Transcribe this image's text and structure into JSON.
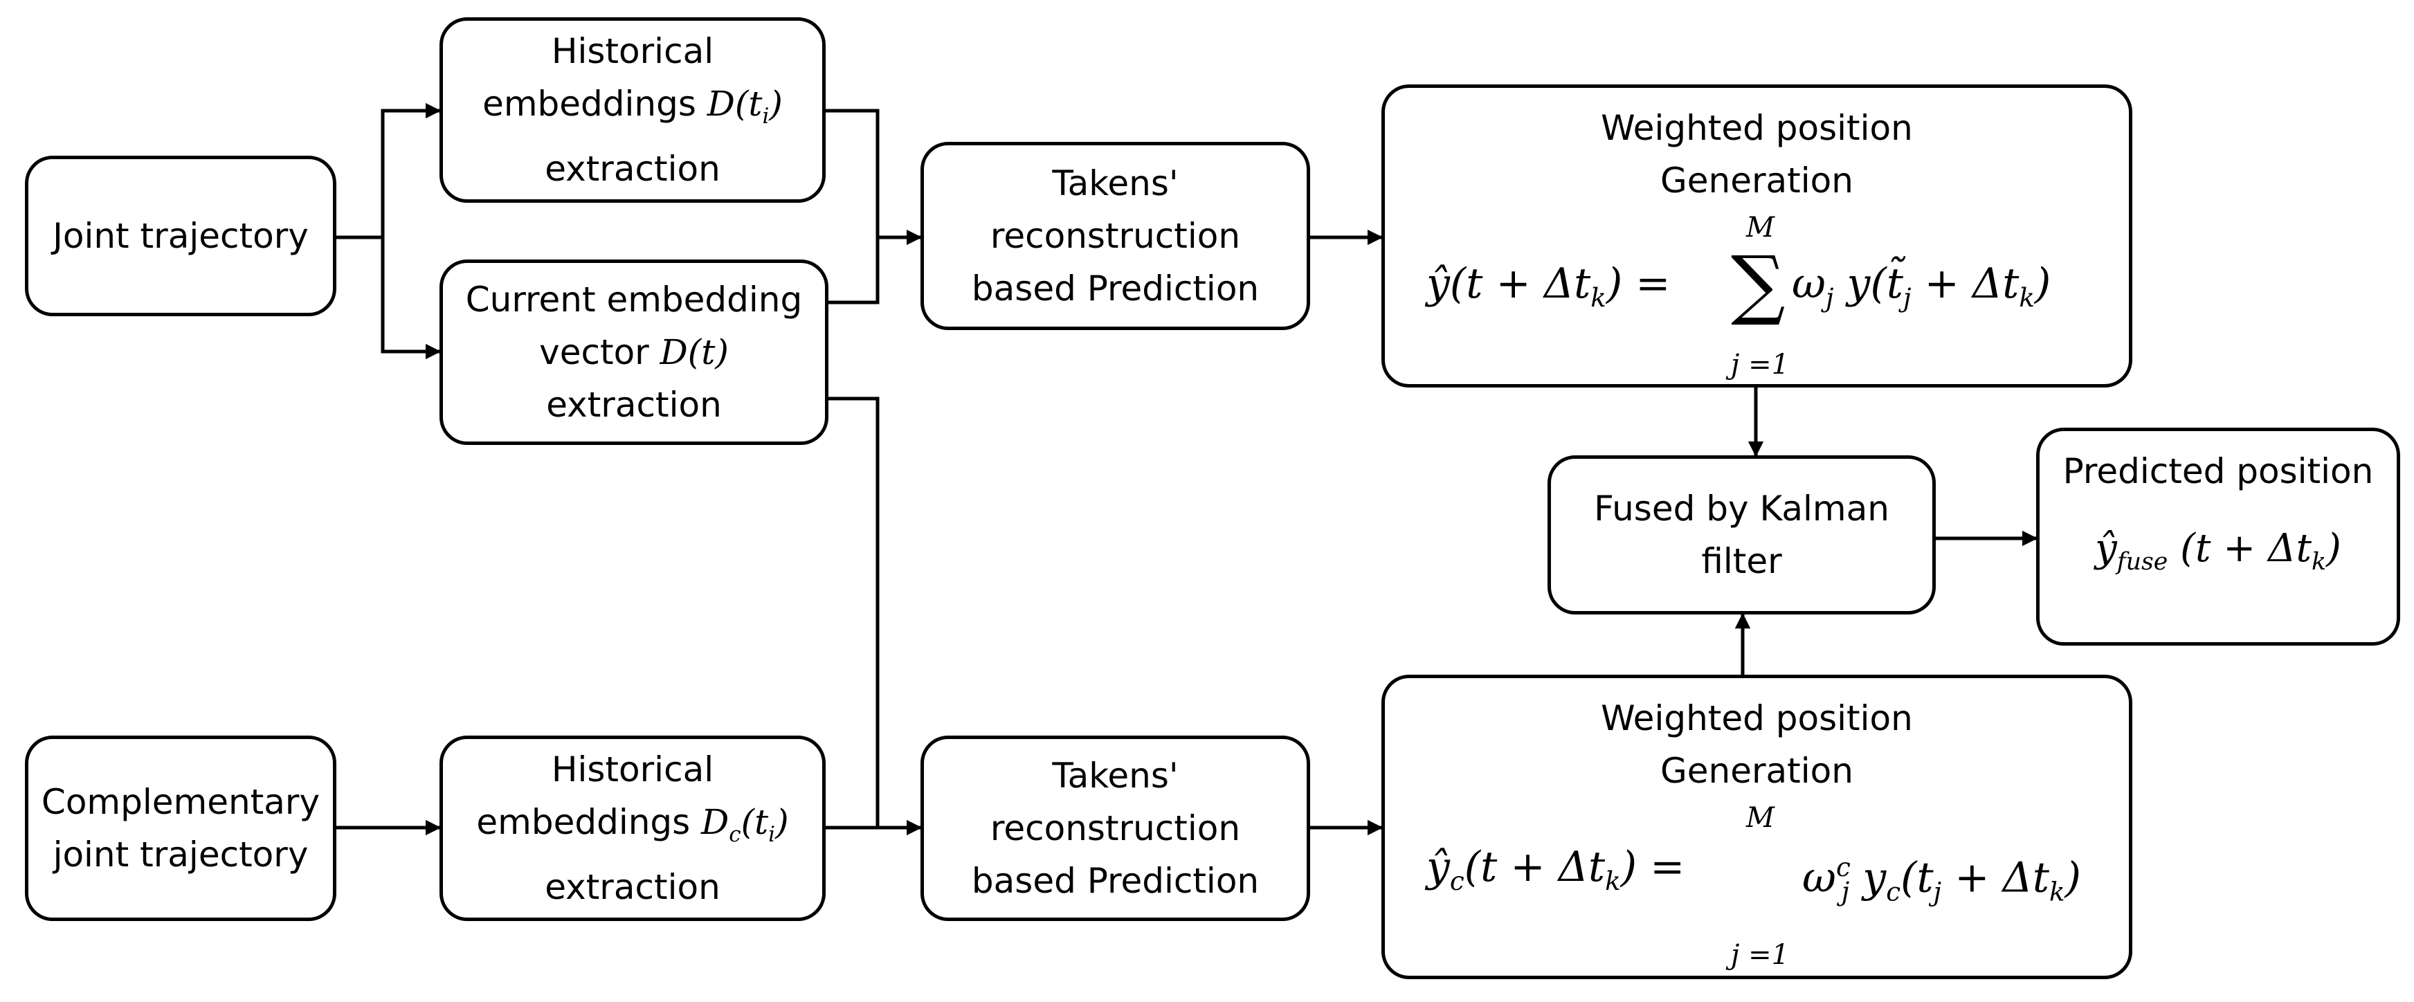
{
  "nodes": {
    "joint_trajectory": {
      "line1": "Joint trajectory"
    },
    "complementary_trajectory": {
      "line1": "Complementary",
      "line2": "joint trajectory"
    },
    "historical_embeddings_top": {
      "line1": "Historical",
      "line2_pre": "embeddings ",
      "line2_math": "D",
      "line2_paren": "(t",
      "line2_sub": "i",
      "line2_close": ")",
      "line3": "extraction"
    },
    "current_embedding": {
      "line1": "Current embedding",
      "line2_pre": "vector ",
      "line2_math": "D",
      "line2_paren": "(t)",
      "line3": "extraction"
    },
    "historical_embeddings_bottom": {
      "line1": "Historical",
      "line2_pre": "embeddings ",
      "line2_math": "D",
      "line2_sub": "c",
      "line2_paren": "(t",
      "line2_sub2": "i",
      "line2_close": ")",
      "line3": "extraction"
    },
    "takens_top": {
      "line1": "Takens'",
      "line2": "reconstruction",
      "line3": "based Prediction"
    },
    "takens_bottom": {
      "line1": "Takens'",
      "line2": "reconstruction",
      "line3": "based Prediction"
    },
    "weighted_top": {
      "line1": "Weighted position",
      "line2": "Generation",
      "lhs": "ŷ(t + Δt",
      "lhs_sub": "k",
      "lhs_close": ")  =",
      "sum_symbol": "∑",
      "upper_limit": "M",
      "lower_limit": "j =1",
      "rhs_omega": "ω",
      "rhs_omega_sub": "j",
      "rhs_body": " y(t̃",
      "rhs_body_sub": "j",
      "rhs_tail": " + Δt",
      "rhs_tail_sub": "k",
      "rhs_close": ")"
    },
    "weighted_bottom": {
      "line1": "Weighted position",
      "line2": "Generation",
      "lhs": "ŷ",
      "lhs_sub": "c",
      "lhs_rest": "(t + Δt",
      "lhs_rest_sub": "k",
      "lhs_close": ") =",
      "upper_limit": "M",
      "lower_limit": "j =1",
      "rhs_omega": "ω",
      "rhs_omega_sup": "c",
      "rhs_omega_sub": "j",
      "rhs_body": " y",
      "rhs_body_sub": "c",
      "rhs_paren": "(t",
      "rhs_paren_sub": "j",
      "rhs_tail": " + Δt",
      "rhs_tail_sub": "k",
      "rhs_close": ")"
    },
    "kalman": {
      "line1": "Fused by Kalman",
      "line2": "filter"
    },
    "predicted": {
      "line1": "Predicted position",
      "lhs": "ŷ",
      "lhs_sub": "fuse",
      "rest": " (t + Δt",
      "rest_sub": "k",
      "close": ")"
    }
  },
  "colors": {
    "stroke": "#000000",
    "background": "#ffffff"
  }
}
